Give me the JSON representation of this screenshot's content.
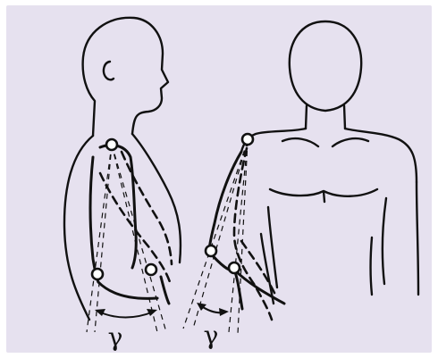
{
  "colors": {
    "background": "#e6e1ef",
    "ink": "#111111",
    "marker_fill": "#ffffff"
  },
  "figures": [
    {
      "view": "side",
      "angle_label": "γ"
    },
    {
      "view": "front",
      "angle_label": "γ"
    }
  ]
}
